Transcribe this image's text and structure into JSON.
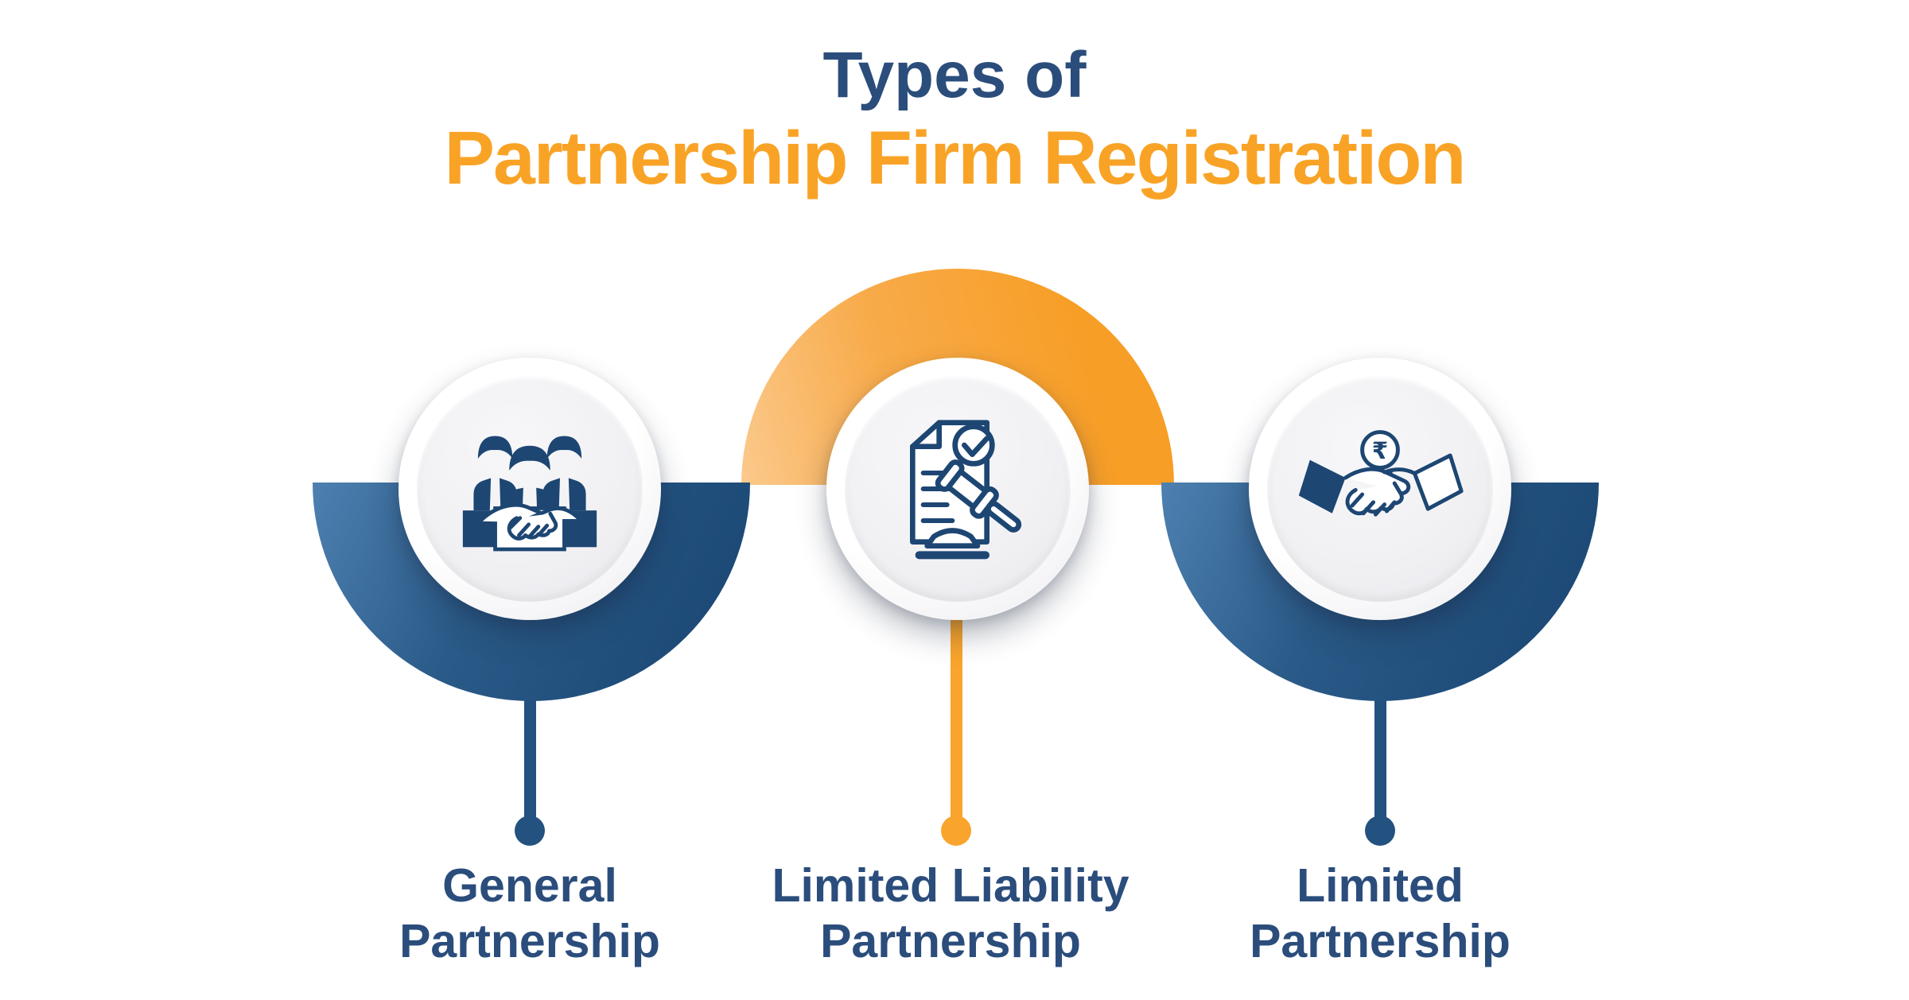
{
  "title": {
    "line1": "Types of",
    "line2": "Partnership Firm Registration"
  },
  "items": [
    {
      "id": "general-partnership",
      "label_line1": "General",
      "label_line2": "Partnership",
      "icon": "team-handshake-icon",
      "accent": "blue"
    },
    {
      "id": "limited-liability-partnership",
      "label_line1": "Limited Liability",
      "label_line2": "Partnership",
      "icon": "document-gavel-icon",
      "accent": "orange"
    },
    {
      "id": "limited-partnership",
      "label_line1": "Limited",
      "label_line2": "Partnership",
      "icon": "handshake-rupee-icon",
      "accent": "blue"
    }
  ],
  "icons": {
    "rupee_symbol": "₹"
  },
  "colors": {
    "background": "#ffffff",
    "navy_text": "#2b4d7c",
    "icon_navy": "#1d4673",
    "orange_title": "#f9a326",
    "orange_main": "#f7a02c",
    "orange_light": "#fbc98c",
    "orange_stem": "#f9a42c",
    "blue_light": "#4d80b0",
    "blue_dark": "#1d4a77",
    "blue_stem": "#235180",
    "circle_fill": "#f1f1f4"
  }
}
